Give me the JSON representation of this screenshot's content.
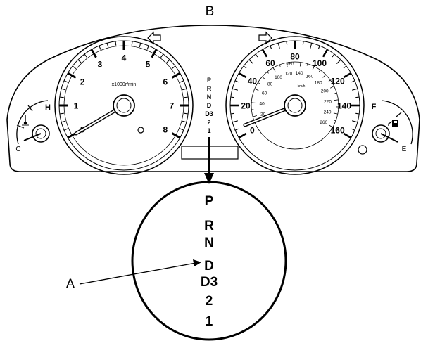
{
  "callouts": {
    "top": "B",
    "left": "A"
  },
  "tachometer": {
    "numbers": [
      "0",
      "1",
      "2",
      "3",
      "4",
      "5",
      "6",
      "7",
      "8"
    ],
    "unit": "x1000r/min"
  },
  "speedometer": {
    "mph_numbers": [
      "0",
      "20",
      "40",
      "60",
      "80",
      "100",
      "120",
      "140",
      "160"
    ],
    "mph_unit": "MPH",
    "kmh_numbers": [
      "20",
      "40",
      "60",
      "80",
      "100",
      "120",
      "140",
      "160",
      "180",
      "200",
      "220",
      "240",
      "260"
    ],
    "kmh_unit": "km/h"
  },
  "temperature_gauge": {
    "hot": "H",
    "cold": "C"
  },
  "fuel_gauge": {
    "full": "F",
    "empty": "E"
  },
  "gear_indicator_small": [
    "P",
    "R",
    "N",
    "D",
    "D3",
    "2",
    "1"
  ],
  "gear_indicator_zoom": [
    "P",
    "R",
    "N",
    "D",
    "D3",
    "2",
    "1"
  ],
  "colors": {
    "ink": "#000000",
    "background": "#ffffff"
  }
}
